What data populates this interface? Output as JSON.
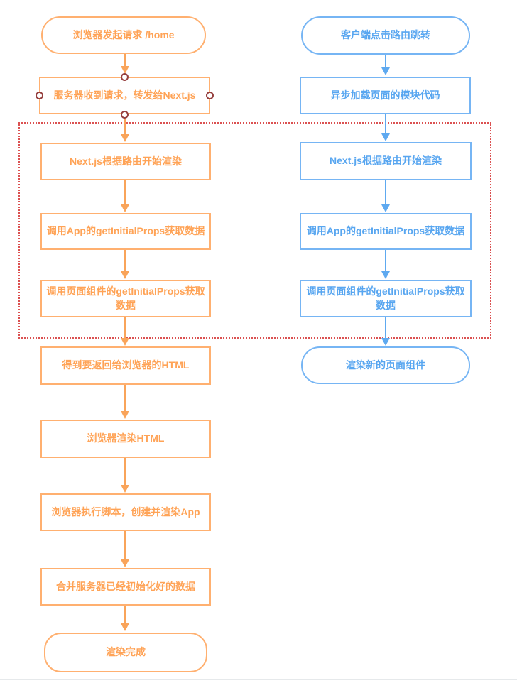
{
  "colors": {
    "server_flow_border": "#FFB070",
    "server_flow_text": "#FFA356",
    "server_flow_arrow": "#F9A45A",
    "client_flow_border": "#76B5F4",
    "client_flow_text": "#58A6F0",
    "client_flow_arrow": "#5EA9F0",
    "group_outline": "#DB5151",
    "connection_point_ring": "#96403F",
    "connection_point_fill": "#FFFFFF",
    "background": "#FFFFFF"
  },
  "flows": {
    "server": {
      "nodes": [
        {
          "label": "浏览器发起请求 /home",
          "shape": "terminator"
        },
        {
          "label": "服务器收到请求，转发给Next.js",
          "shape": "process",
          "selected": true
        },
        {
          "label": "Next.js根据路由开始渲染",
          "shape": "process"
        },
        {
          "label": "调用App的getInitialProps获取数据",
          "shape": "process"
        },
        {
          "label": "调用页面组件的getInitialProps获取数据",
          "shape": "process"
        },
        {
          "label": "得到要返回给浏览器的HTML",
          "shape": "process"
        },
        {
          "label": "浏览器渲染HTML",
          "shape": "process"
        },
        {
          "label": "浏览器执行脚本，创建并渲染App",
          "shape": "process"
        },
        {
          "label": "合并服务器已经初始化好的数据",
          "shape": "process"
        },
        {
          "label": "渲染完成",
          "shape": "terminator"
        }
      ]
    },
    "client": {
      "nodes": [
        {
          "label": "客户端点击路由跳转",
          "shape": "terminator"
        },
        {
          "label": "异步加载页面的模块代码",
          "shape": "process"
        },
        {
          "label": "Next.js根据路由开始渲染",
          "shape": "process"
        },
        {
          "label": "调用App的getInitialProps获取数据",
          "shape": "process"
        },
        {
          "label": "调用页面组件的getInitialProps获取数据",
          "shape": "process"
        },
        {
          "label": "渲染新的页面组件",
          "shape": "terminator"
        }
      ]
    }
  }
}
